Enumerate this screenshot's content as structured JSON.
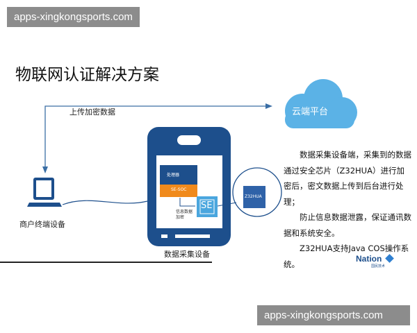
{
  "watermark": {
    "top": "apps-xingkongsports.com",
    "bottom": "apps-xingkongsports.com"
  },
  "title": "物联网认证解决方案",
  "upload_label": "上传加密数据",
  "cloud_label": "云端平台",
  "terminal_label": "商户终端设备",
  "device_label": "数据采集设备",
  "chip": {
    "cpu": "处理器",
    "soc": "SE-SOC",
    "se": "SE",
    "encrypt": "信息数据加密",
    "model": "Z32HUA"
  },
  "description": [
    "数据采集设备端，采集到的数据通过安全芯片（Z32HUA）进行加密后，密文数据上传到后台进行处理；",
    "防止信息数据泄露，保证通讯数据和系统安全。",
    "Z32HUA支持Java COS操作系统。"
  ],
  "logo": {
    "name": "Nation",
    "sub": "国民技术"
  },
  "colors": {
    "phone": "#1d4f8c",
    "cloud": "#5bb2e6",
    "chip_orange": "#f08a1c",
    "se": "#4aa6de"
  }
}
